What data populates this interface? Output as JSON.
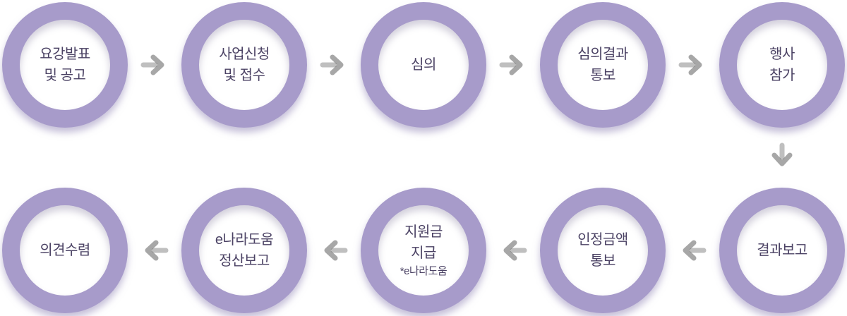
{
  "flow": {
    "title": "support-program-process-flow",
    "steps": [
      {
        "order": 1,
        "lines": [
          "요강발표",
          "및 공고"
        ]
      },
      {
        "order": 2,
        "lines": [
          "사업신청",
          "및 접수"
        ]
      },
      {
        "order": 3,
        "lines": [
          "심의"
        ]
      },
      {
        "order": 4,
        "lines": [
          "심의결과",
          "통보"
        ]
      },
      {
        "order": 5,
        "lines": [
          "행사",
          "참가"
        ]
      },
      {
        "order": 6,
        "lines": [
          "결과보고"
        ]
      },
      {
        "order": 7,
        "lines": [
          "인정금액",
          "통보"
        ]
      },
      {
        "order": 8,
        "lines": [
          "지원금",
          "지급",
          "*e나라도움"
        ]
      },
      {
        "order": 9,
        "lines": [
          "e나라도움",
          "정산보고"
        ]
      },
      {
        "order": 10,
        "lines": [
          "의견수렴"
        ]
      }
    ],
    "icons": {
      "top_row": "arrow-right-icon",
      "row_connector": "arrow-down-icon",
      "bottom_row": "arrow-left-icon"
    },
    "colors": {
      "ring": "#a79bca",
      "circle_fill": "#ffffff",
      "text": "#4b4264",
      "arrow": "#5f5f5f",
      "background": "#ffffff"
    }
  }
}
